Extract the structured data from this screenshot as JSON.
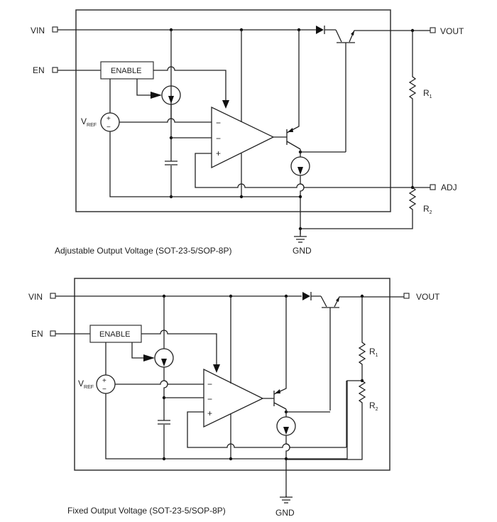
{
  "diagrams": [
    {
      "caption": "Adjustable Output Voltage (SOT-23-5/SOP-8P)",
      "pins": {
        "vin": "VIN",
        "en": "EN",
        "vout": "VOUT",
        "adj": "ADJ",
        "gnd": "GND"
      },
      "blocks": {
        "enable": "ENABLE"
      },
      "symbols": {
        "vref_main": "V",
        "vref_sub": "REF",
        "r1_main": "R",
        "r1_sub": "1",
        "r2_main": "R",
        "r2_sub": "2",
        "plus": "+",
        "minus": "−"
      }
    },
    {
      "caption": "Fixed Output Voltage (SOT-23-5/SOP-8P)",
      "pins": {
        "vin": "VIN",
        "en": "EN",
        "vout": "VOUT",
        "gnd": "GND"
      },
      "blocks": {
        "enable": "ENABLE"
      },
      "symbols": {
        "vref_main": "V",
        "vref_sub": "REF",
        "r1_main": "R",
        "r1_sub": "1",
        "r2_main": "R",
        "r2_sub": "2",
        "plus": "+",
        "minus": "−"
      }
    }
  ]
}
